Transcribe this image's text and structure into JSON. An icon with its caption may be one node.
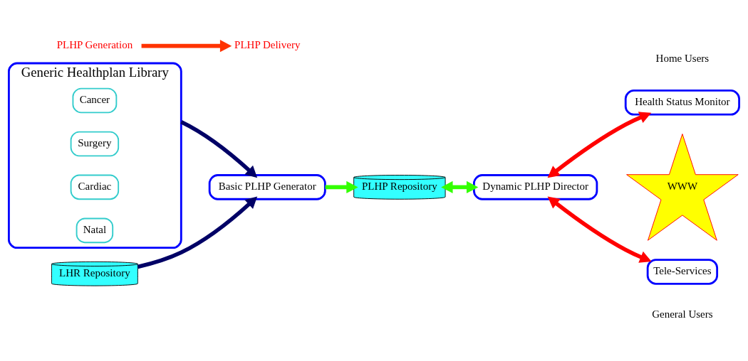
{
  "diagram": {
    "nodes": [
      {
        "text": [
          "Generic Healthplan Library"
        ]
      },
      {
        "text": [
          "Cancer"
        ],
        "in": 0
      },
      {
        "text": [
          "Surgery"
        ],
        "in": 0
      },
      {
        "text": [
          "Cardiac"
        ],
        "in": 0
      },
      {
        "text": [
          "Natal"
        ],
        "in": 0
      },
      {
        "text": [
          "Basic PLHP Generator"
        ]
      },
      {
        "text": [
          "LHR Repository"
        ]
      },
      {
        "text": [
          "PLHP Repository"
        ]
      },
      {
        "text": [
          "Dynamic PLHP Director"
        ]
      },
      {
        "text": [
          "Health Status Monitor"
        ],
        "beside": [
          "Home Users"
        ]
      },
      {
        "text": [
          "WWW"
        ]
      },
      {
        "text": [
          "Tele-Services"
        ],
        "beside": [
          "General Users"
        ]
      },
      {
        "text": [
          "PLHP Generation"
        ]
      },
      {
        "text": [
          "PLHP Delivery"
        ]
      }
    ],
    "edges": [
      {
        "from": 0,
        "to": 5,
        "arrow": "to",
        "color": "#000066"
      },
      {
        "from": 6,
        "to": 5,
        "arrow": "to",
        "color": "#000066"
      },
      {
        "from": 5,
        "to": 7,
        "arrow": "to",
        "color": "#33ff00"
      },
      {
        "from": 7,
        "to": 8,
        "arrow": "both",
        "color": "#33ff00"
      },
      {
        "from": 8,
        "to": 9,
        "arrow": "both",
        "color": "#ff0000"
      },
      {
        "from": 8,
        "to": 11,
        "arrow": "both",
        "color": "#ff0000"
      },
      {
        "from": 12,
        "to": 13,
        "arrow": "to",
        "color": "#ff3300"
      }
    ]
  }
}
